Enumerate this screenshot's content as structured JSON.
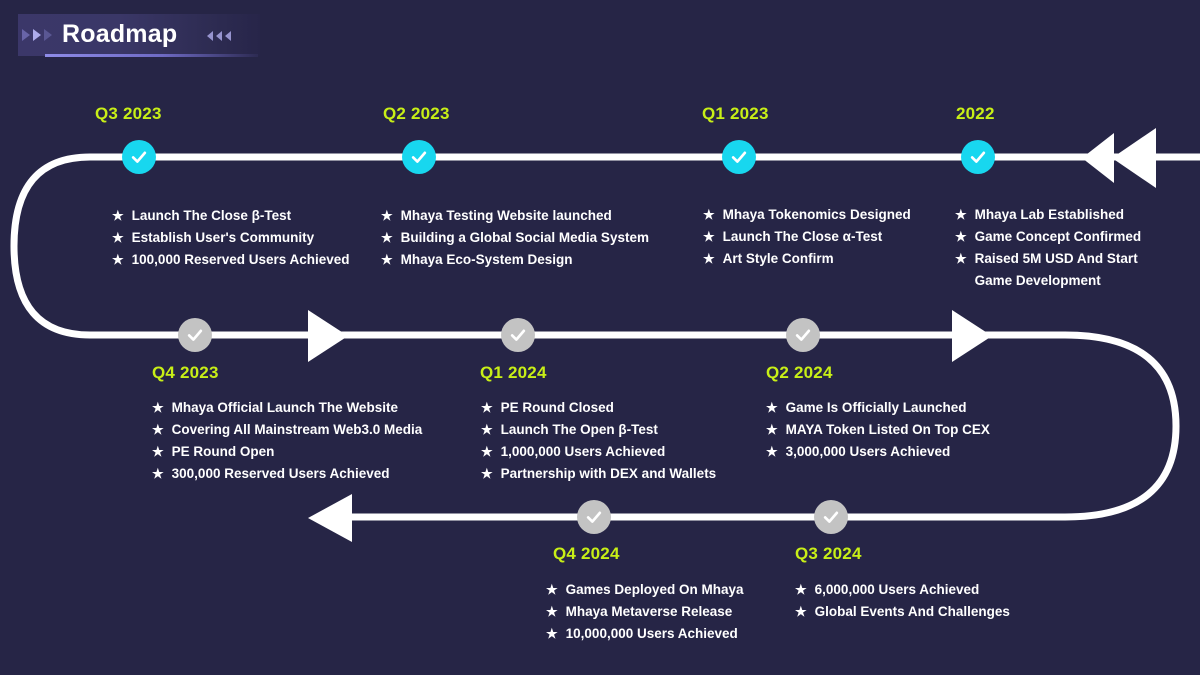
{
  "page": {
    "background_color": "#262546",
    "accent_green": "#c8ef17",
    "node_done_color": "#18d7ef",
    "node_pending_color": "#c3c3c3",
    "line_color": "#ffffff"
  },
  "header": {
    "title": "Roadmap",
    "left_decor_icon": "triple-right-triangle-icon",
    "right_decor_icon": "triple-left-triangle-icon"
  },
  "timeline": {
    "rows": [
      {
        "id": "row-1",
        "direction": "right-to-left",
        "arrow_icon": "double-left-arrow-icon"
      },
      {
        "id": "row-2",
        "direction": "left-to-right",
        "arrow_icon": "right-arrow-icon"
      },
      {
        "id": "row-3",
        "direction": "right-to-left",
        "arrow_icon": "left-arrow-icon"
      }
    ],
    "milestones": [
      {
        "quarter": "Q3 2023",
        "status": "done",
        "items": [
          "Launch The Close β-Test",
          "Establish User's Community",
          "100,000 Reserved Users Achieved"
        ]
      },
      {
        "quarter": "Q2 2023",
        "status": "done",
        "items": [
          "Mhaya Testing Website launched",
          "Building a Global Social Media System",
          "Mhaya Eco-System Design"
        ]
      },
      {
        "quarter": "Q1 2023",
        "status": "done",
        "items": [
          "Mhaya Tokenomics Designed",
          "Launch The Close α-Test",
          "Art Style Confirm"
        ]
      },
      {
        "quarter": "2022",
        "status": "done",
        "items": [
          "Mhaya Lab Established",
          "Game Concept Confirmed",
          "Raised 5M USD And Start\nGame Development"
        ]
      },
      {
        "quarter": "Q4 2023",
        "status": "pending",
        "items": [
          "Mhaya Official Launch The Website",
          "Covering All Mainstream Web3.0 Media",
          "PE Round Open",
          "300,000 Reserved Users Achieved"
        ]
      },
      {
        "quarter": "Q1 2024",
        "status": "pending",
        "items": [
          "PE Round  Closed",
          "Launch The Open β-Test",
          "1,000,000  Users Achieved",
          "Partnership with DEX and Wallets"
        ]
      },
      {
        "quarter": "Q2 2024",
        "status": "pending",
        "items": [
          "Game Is Officially Launched",
          "MAYA Token Listed On Top CEX",
          "3,000,000  Users Achieved"
        ]
      },
      {
        "quarter": "Q4 2024",
        "status": "pending",
        "items": [
          "Games Deployed On Mhaya",
          "Mhaya Metaverse Release",
          "10,000,000  Users Achieved"
        ]
      },
      {
        "quarter": "Q3 2024",
        "status": "pending",
        "items": [
          "6,000,000  Users Achieved",
          "Global Events And Challenges"
        ]
      }
    ]
  }
}
